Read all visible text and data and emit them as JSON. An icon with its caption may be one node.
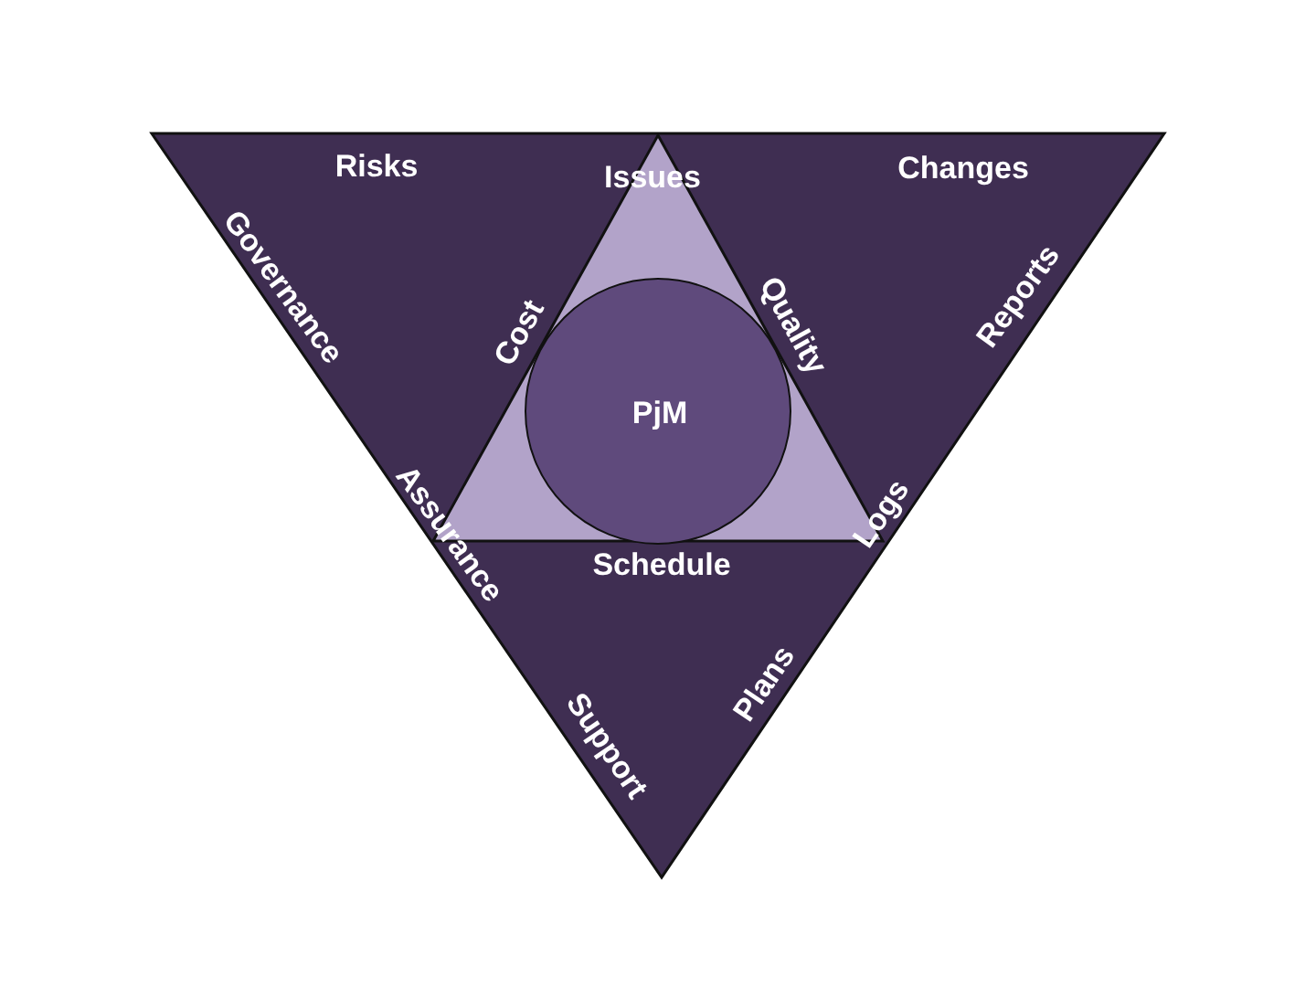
{
  "diagram": {
    "nodes": [
      {
        "text": [
          "Risks",
          "Changes",
          "Governance",
          "Reports",
          "Support",
          "Plans"
        ]
      },
      {
        "text": [
          "Issues",
          "Cost",
          "Quality",
          "Assurance",
          "Schedule",
          "Logs"
        ],
        "in": 0
      },
      {
        "text": [
          "PjM"
        ],
        "in": 1
      }
    ]
  }
}
